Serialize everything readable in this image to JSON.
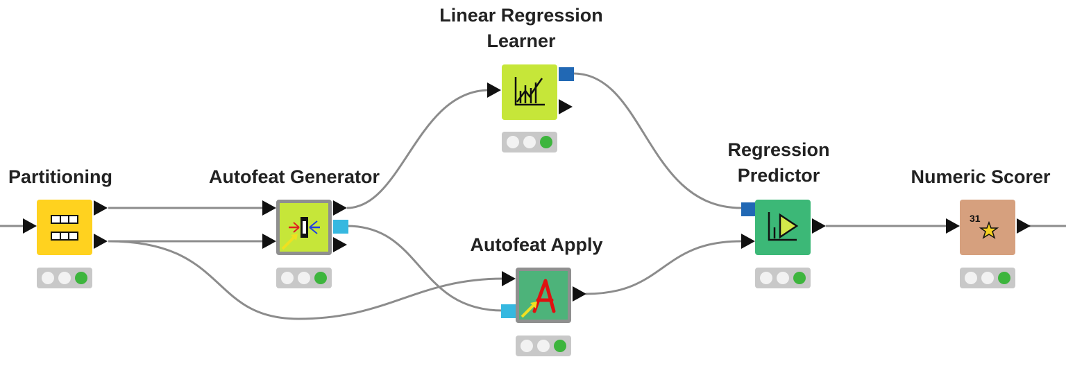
{
  "workflow": {
    "nodes": {
      "partitioning": {
        "label": "Partitioning",
        "color": "#ffd21f"
      },
      "autofeat_generator": {
        "label": "Autofeat Generator",
        "color": "#c6e639"
      },
      "linear_regression_learner": {
        "label_line1": "Linear Regression",
        "label_line2": "Learner",
        "color": "#c6e639"
      },
      "autofeat_apply": {
        "label": "Autofeat Apply",
        "color": "#4db37a"
      },
      "regression_predictor": {
        "label_line1": "Regression",
        "label_line2": "Predictor",
        "color": "#3cb877"
      },
      "numeric_scorer": {
        "label": "Numeric Scorer",
        "color": "#d6a07e",
        "icon_text": "31"
      }
    },
    "colors": {
      "connection": "#8c8c8c",
      "data_port": "#111111",
      "model_port_dark": "#2168b4",
      "model_port_light": "#36b8e0",
      "status_bar": "#c8c8c8",
      "status_ok": "#3db53d"
    }
  }
}
